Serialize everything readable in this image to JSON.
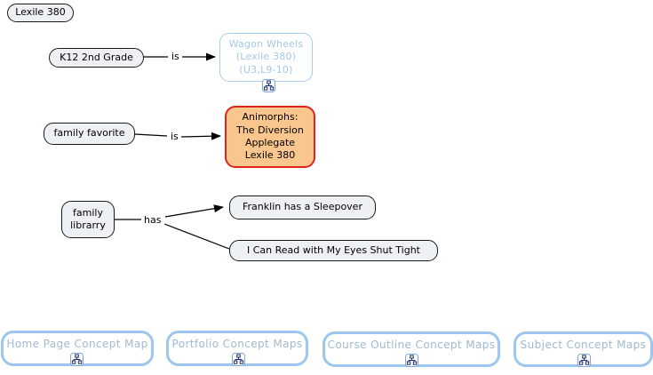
{
  "nodes": {
    "lexile": {
      "label": "Lexile 380"
    },
    "k12": {
      "label": "K12 2nd Grade"
    },
    "wagon": {
      "lines": [
        "Wagon Wheels",
        "(Lexile 380)",
        "(U3,L9-10)"
      ]
    },
    "family_favorite": {
      "label": "family favorite"
    },
    "animorphs": {
      "lines": [
        "Animorphs:",
        "The Diversion",
        "Applegate",
        "Lexile 380"
      ]
    },
    "family_library": {
      "lines": [
        "family",
        "librarry"
      ]
    },
    "franklin": {
      "label": "Franklin has a Sleepover"
    },
    "i_can_read": {
      "label": "I Can Read with My Eyes Shut Tight"
    }
  },
  "links": {
    "is1": "is",
    "is2": "is",
    "has": "has"
  },
  "bottom_nav": [
    {
      "label": "Home Page Concept Map"
    },
    {
      "label": "Portfolio Concept Maps"
    },
    {
      "label": "Course Outline Concept Maps"
    },
    {
      "label": "Subject Concept Maps"
    }
  ],
  "icons": {
    "cmap": "concept-map-resource-icon"
  },
  "colors": {
    "node_fill": "#eef1f3",
    "node_border": "#1a1a1a",
    "linked_border": "#a8ccec",
    "linked_text": "#a4c8e8",
    "highlight_fill": "#f9c68d",
    "highlight_border": "#e0241c",
    "nav_border": "#9cc6ee",
    "nav_text": "#a2b9d0",
    "connector": "#000000"
  }
}
